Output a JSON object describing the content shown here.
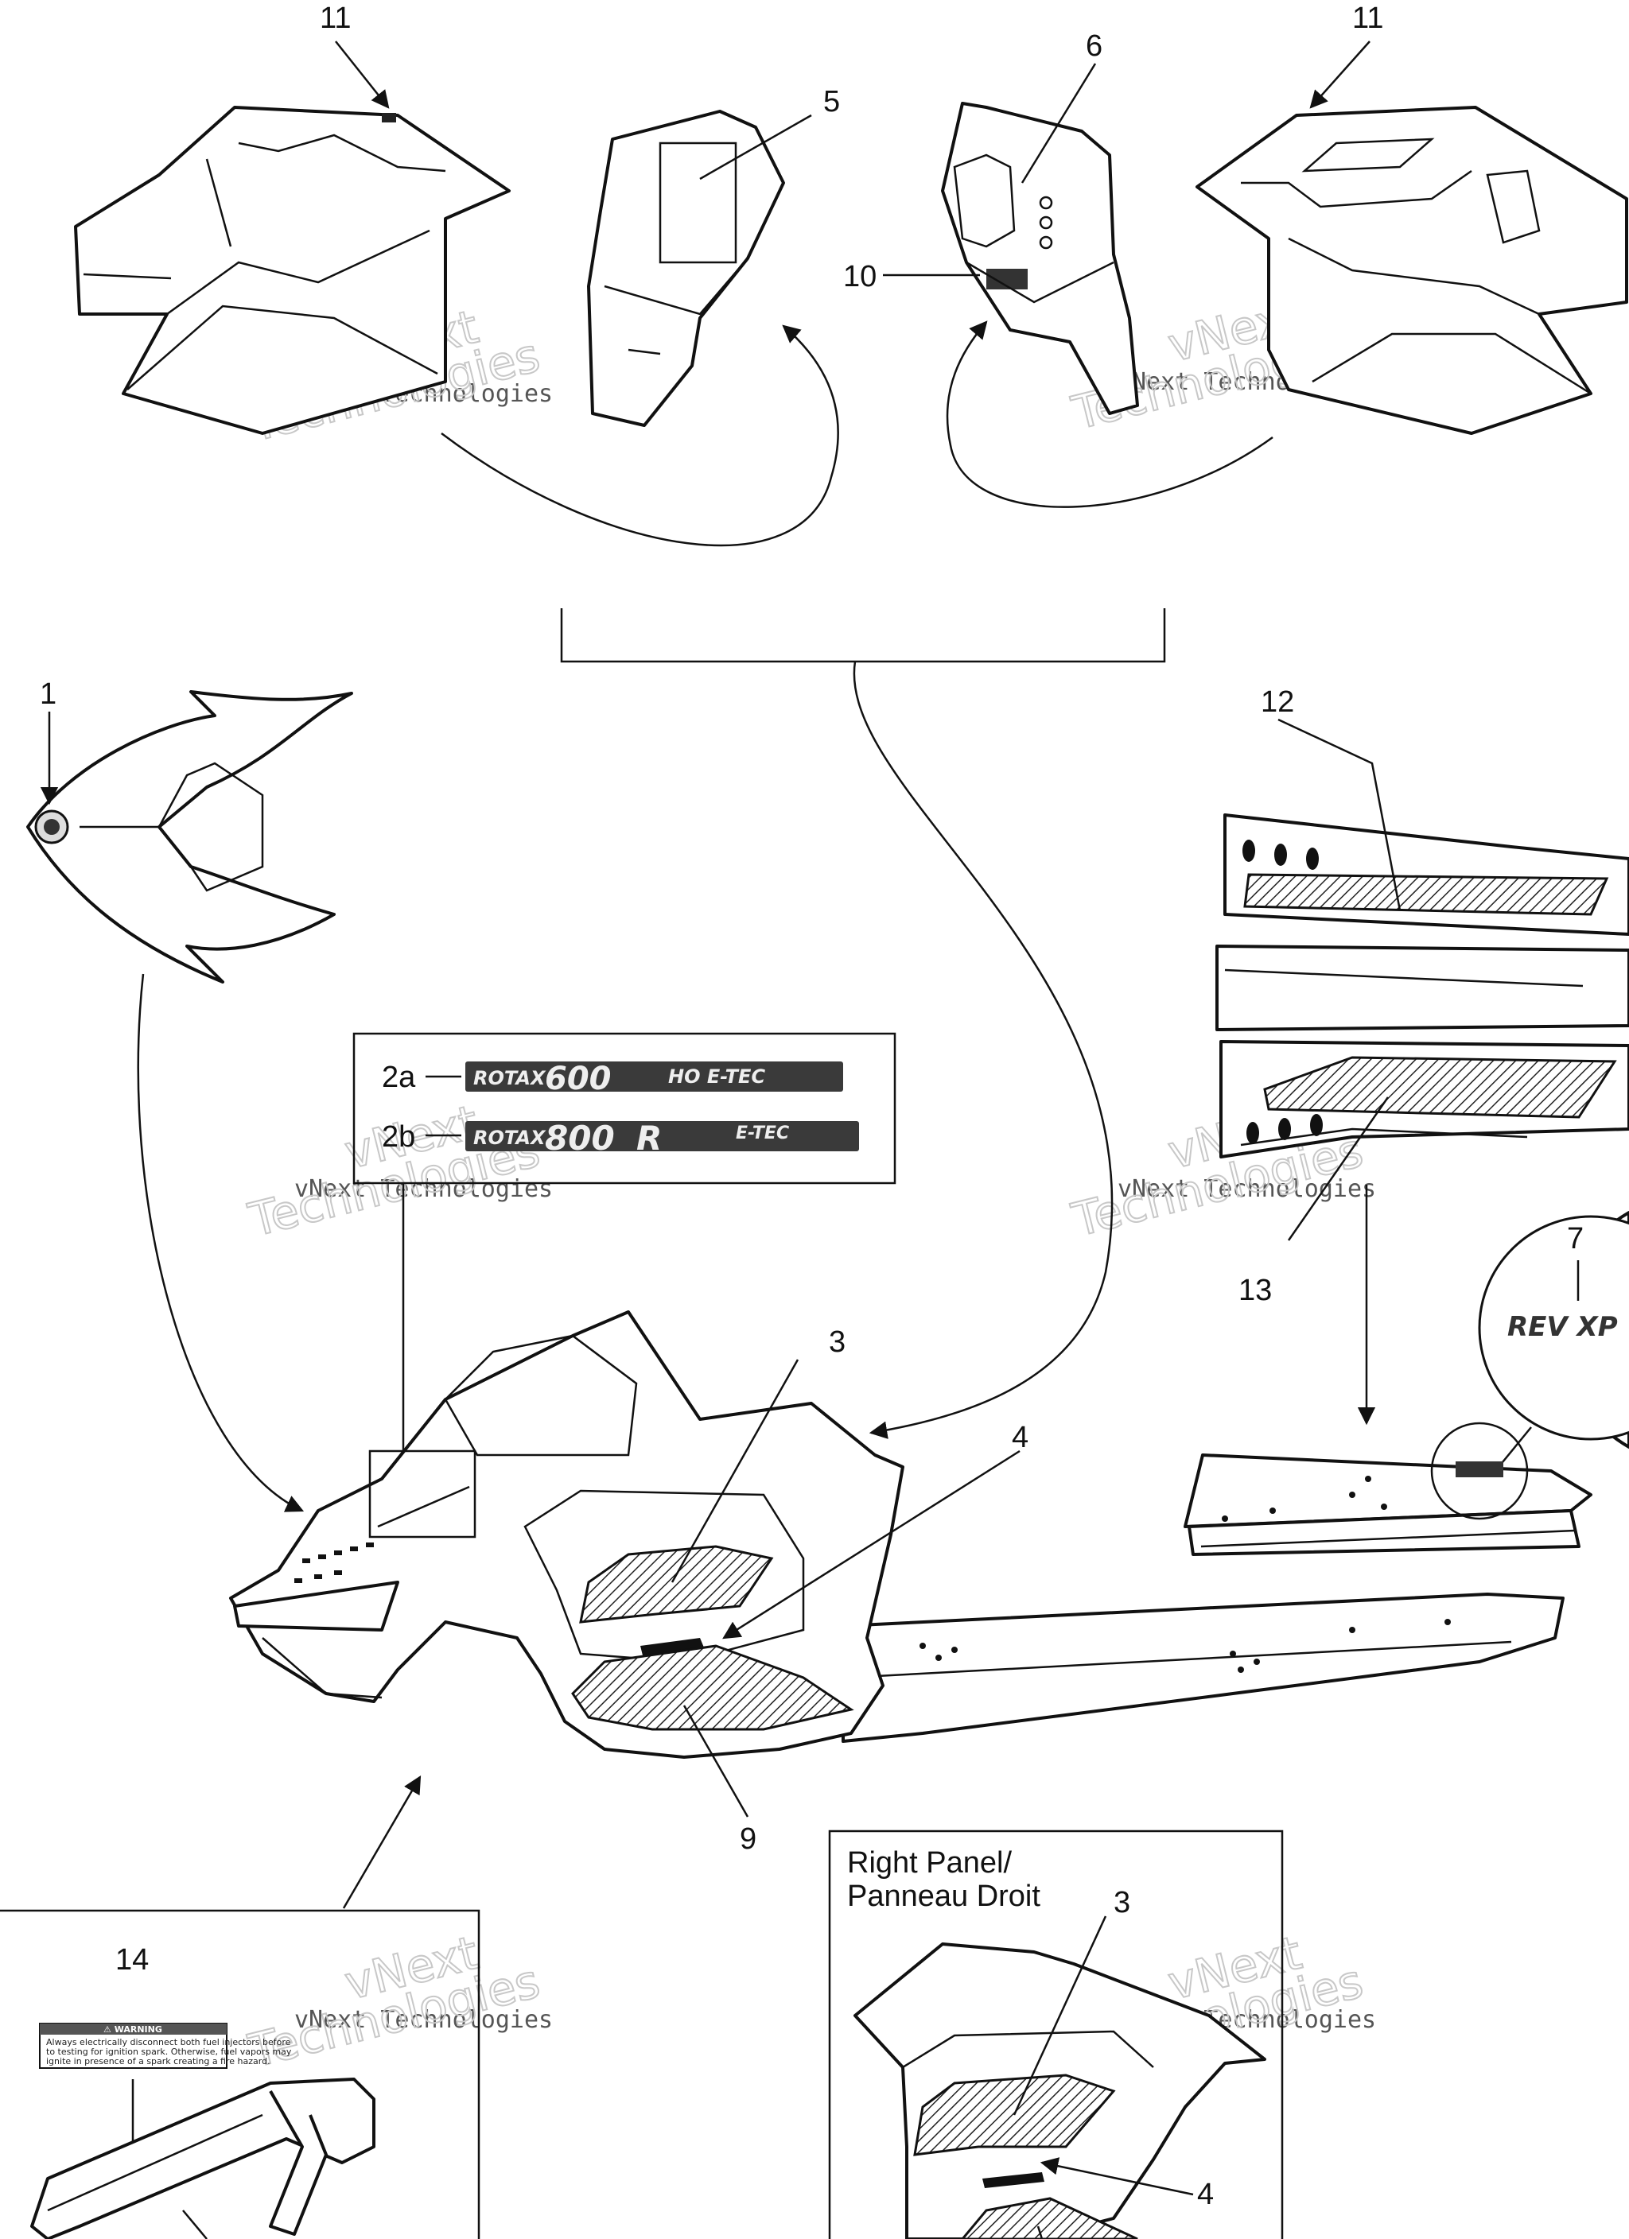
{
  "callouts": {
    "c1": "1",
    "c2a": "2a",
    "c2b": "2b",
    "c3": "3",
    "c3b": "3",
    "c4": "4",
    "c4b": "4",
    "c5": "5",
    "c6": "6",
    "c7": "7",
    "c9": "9",
    "c10": "10",
    "c11l": "11",
    "c11r": "11",
    "c12": "12",
    "c13": "13",
    "c14": "14"
  },
  "decals": {
    "d2a": {
      "brand": "ROTAX",
      "num": "600",
      "suffix": "HO E-TEC"
    },
    "d2b": {
      "brand": "ROTAX",
      "num": "800",
      "letter": "R",
      "suffix": "E-TEC"
    },
    "d7": "REV XP",
    "d14": {
      "title": "⚠ WARNING",
      "lines": [
        "Always electrically disconnect both fuel injectors before",
        "to testing for ignition spark. Otherwise, fuel vapors may",
        "ignite in presence of a spark creating a fire hazard."
      ]
    }
  },
  "panel_label": {
    "line1": "Right Panel/",
    "line2": "Panneau Droit"
  },
  "watermark": {
    "line1": "vNext Technologies",
    "line2a": "vNext",
    "line2b": "Technologies"
  }
}
